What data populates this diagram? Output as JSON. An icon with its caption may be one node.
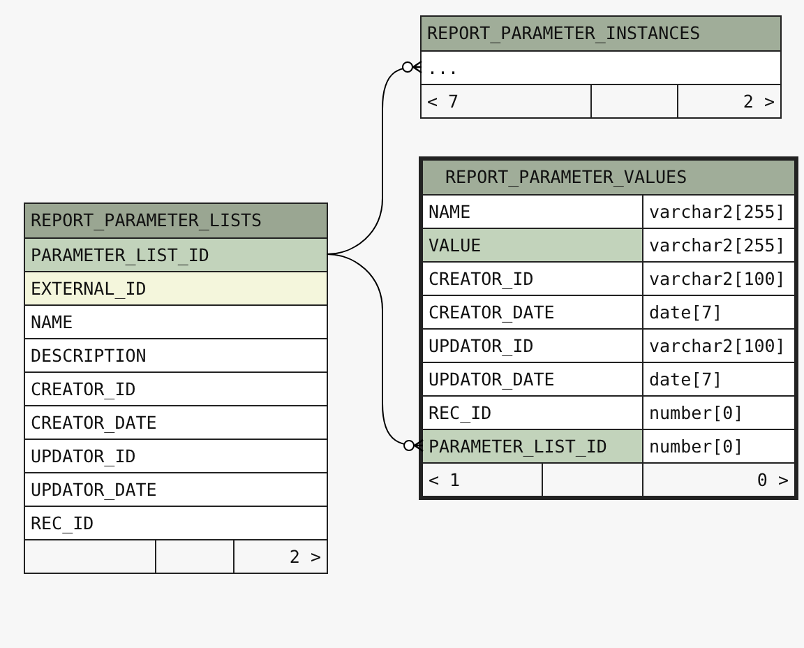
{
  "diagram": {
    "nodes": [
      {
        "text": [
          "REPORT_PARAMETER_INSTANCES"
        ]
      },
      {
        "text": [
          "..."
        ],
        "in": 0
      },
      {
        "text": [
          "< 7"
        ],
        "in": 0
      },
      {
        "text": [],
        "shape": "box",
        "in": 0
      },
      {
        "text": [
          "2 >"
        ],
        "in": 0
      },
      {
        "text": [
          "REPORT_PARAMETER_LISTS"
        ]
      },
      {
        "text": [
          "PARAMETER_LIST_ID"
        ],
        "in": 5
      },
      {
        "text": [
          "EXTERNAL_ID"
        ],
        "in": 5
      },
      {
        "text": [
          "NAME"
        ],
        "in": 5
      },
      {
        "text": [
          "DESCRIPTION"
        ],
        "in": 5
      },
      {
        "text": [
          "CREATOR_ID"
        ],
        "in": 5
      },
      {
        "text": [
          "CREATOR_DATE"
        ],
        "in": 5
      },
      {
        "text": [
          "UPDATOR_ID"
        ],
        "in": 5
      },
      {
        "text": [
          "UPDATOR_DATE"
        ],
        "in": 5
      },
      {
        "text": [
          "REC_ID"
        ],
        "in": 5
      },
      {
        "text": [],
        "shape": "box",
        "in": 5
      },
      {
        "text": [],
        "shape": "box",
        "in": 5
      },
      {
        "text": [
          "2 >"
        ],
        "in": 5
      },
      {
        "text": [
          "REPORT_PARAMETER_VALUES"
        ]
      },
      {
        "text": [
          "NAME",
          "varchar2[255]"
        ],
        "in": 18
      },
      {
        "text": [
          "VALUE",
          "varchar2[255]"
        ],
        "in": 18
      },
      {
        "text": [
          "CREATOR_ID",
          "varchar2[100]"
        ],
        "in": 18
      },
      {
        "text": [
          "CREATOR_DATE",
          "date[7]"
        ],
        "in": 18
      },
      {
        "text": [
          "UPDATOR_ID",
          "varchar2[100]"
        ],
        "in": 18
      },
      {
        "text": [
          "UPDATOR_DATE",
          "date[7]"
        ],
        "in": 18
      },
      {
        "text": [
          "REC_ID",
          "number[0]"
        ],
        "in": 18
      },
      {
        "text": [
          "PARAMETER_LIST_ID",
          "number[0]"
        ],
        "in": 18
      },
      {
        "text": [
          "< 1"
        ],
        "in": 18
      },
      {
        "text": [],
        "shape": "box",
        "in": 18
      },
      {
        "text": [
          "0 >"
        ],
        "in": 18
      }
    ],
    "edges": [
      {
        "from": 6,
        "to": 1,
        "arrow": "other"
      },
      {
        "from": 6,
        "to": 26,
        "arrow": "other"
      }
    ]
  }
}
